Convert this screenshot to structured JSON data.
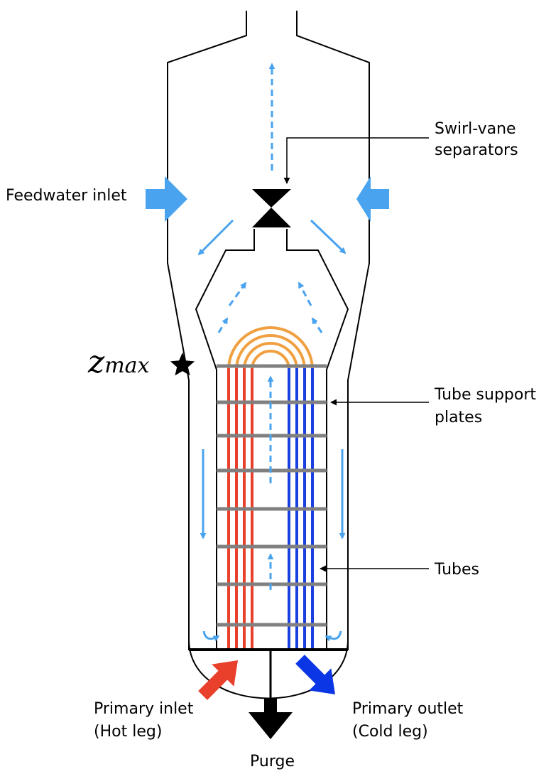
{
  "labels": {
    "feedwater": "Feedwater inlet",
    "swirl_1": "Swirl-vane",
    "swirl_2": "separators",
    "tsp_1": "Tube support",
    "tsp_2": "plates",
    "tubes": "Tubes",
    "primary_inlet_1": "Primary inlet",
    "primary_inlet_2": "(Hot leg)",
    "primary_outlet_1": "Primary outlet",
    "primary_outlet_2": "(Cold leg)",
    "purge": "Purge",
    "zmax_base": "z",
    "zmax_sub": "max"
  },
  "colors": {
    "flow": "#4aa3ef",
    "hot": "#e8402a",
    "cold": "#1a3fe0",
    "ubend": "#f0a040",
    "plate": "#808080",
    "outline": "#000000",
    "outlet_arrow": "#0a36e6"
  }
}
